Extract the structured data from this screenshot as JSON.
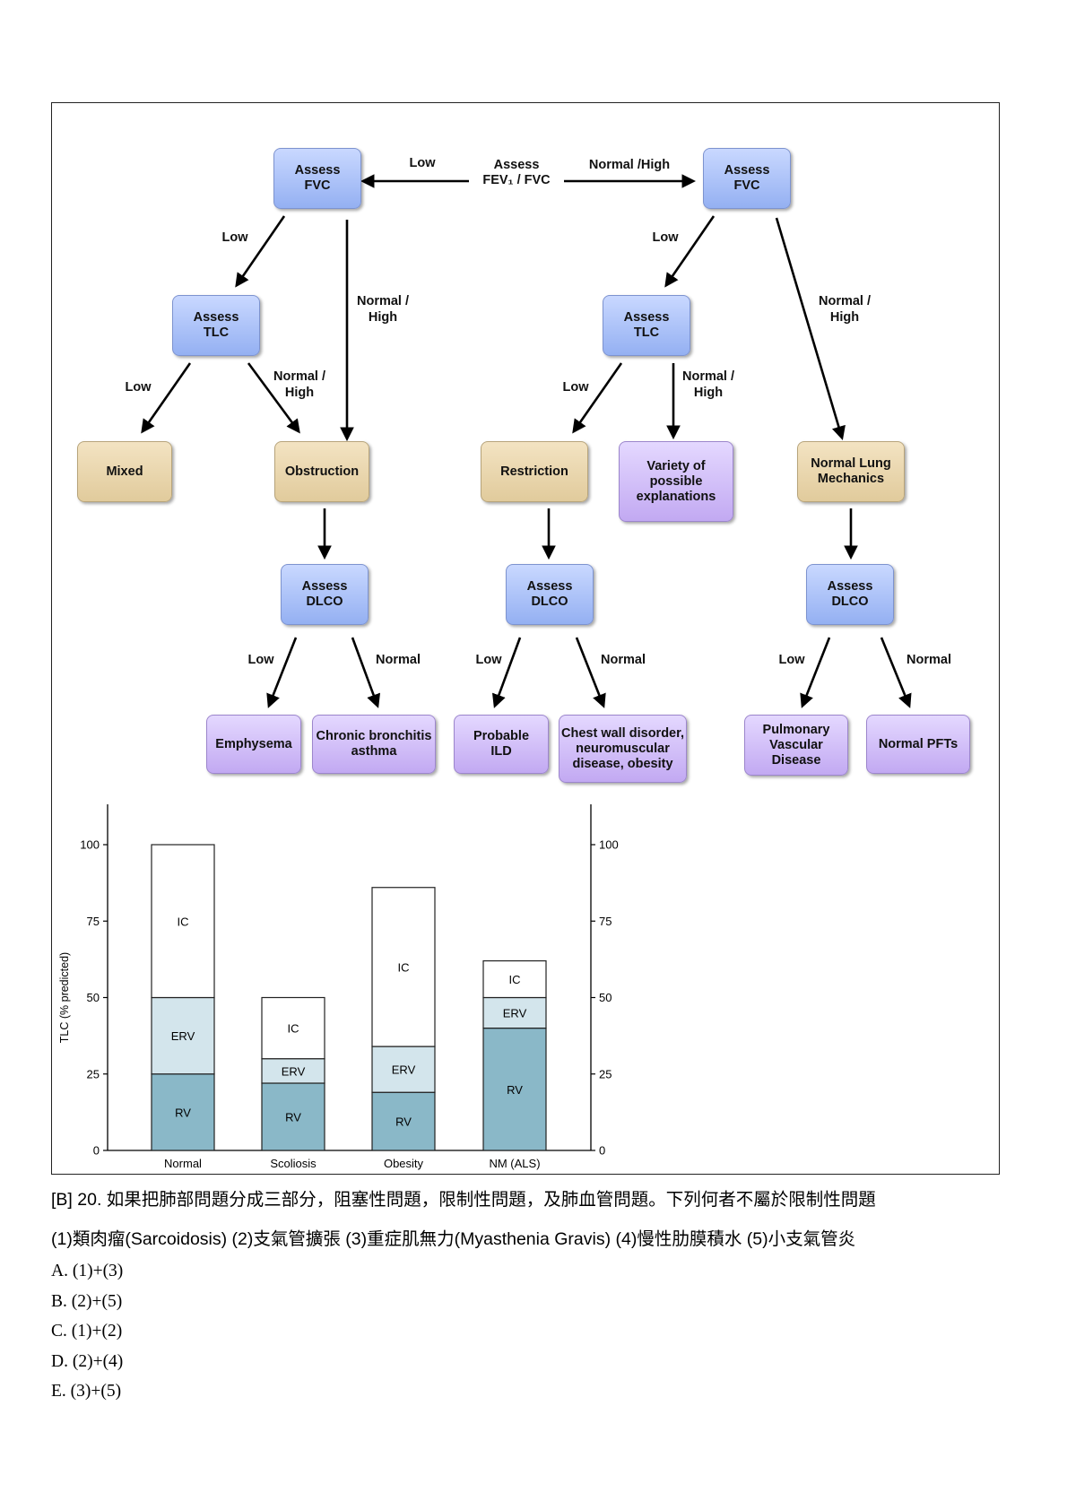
{
  "flowchart": {
    "start": "Assess\nFEV₁ / FVC",
    "nodes": {
      "fvc_left": "Assess\nFVC",
      "fvc_right": "Assess\nFVC",
      "tlc_left": "Assess\nTLC",
      "tlc_right": "Assess\nTLC",
      "mixed": "Mixed",
      "obstruction": "Obstruction",
      "restriction": "Restriction",
      "variety": "Variety of\npossible\nexplanations",
      "normal_lung": "Normal Lung\nMechanics",
      "dlco_obs": "Assess\nDLCO",
      "dlco_res": "Assess\nDLCO",
      "dlco_norm": "Assess\nDLCO",
      "emphysema": "Emphysema",
      "chronic_bronchitis": "Chronic bronchitis\nasthma",
      "probable_ild": "Probable\nILD",
      "chest_wall": "Chest wall disorder,\nneuromuscular\ndisease, obesity",
      "pulm_vascular": "Pulmonary\nVascular\nDisease",
      "normal_pfts": "Normal PFTs"
    },
    "edge_labels": {
      "start_left": "Low",
      "start_right": "Normal  /High",
      "fvcL_low": "Low",
      "fvcL_high": "Normal /\nHigh",
      "fvcR_low": "Low",
      "fvcR_high": "Normal /\nHigh",
      "tlcL_low": "Low",
      "tlcL_high": "Normal /\nHigh",
      "tlcR_low": "Low",
      "tlcR_high": "Normal /\nHigh",
      "dlcoO_low": "Low",
      "dlcoO_norm": "Normal",
      "dlcoR_low": "Low",
      "dlcoR_norm": "Normal",
      "dlcoN_low": "Low",
      "dlcoN_norm": "Normal"
    }
  },
  "chart_data": {
    "type": "bar",
    "stacked": true,
    "categories": [
      "Normal",
      "Scoliosis",
      "Obesity",
      "NM (ALS)"
    ],
    "series": [
      {
        "name": "RV",
        "values": [
          25,
          22,
          19,
          40
        ],
        "color": "#8ab8c8"
      },
      {
        "name": "ERV",
        "values": [
          25,
          8,
          15,
          10
        ],
        "color": "#d3e5ec"
      },
      {
        "name": "IC",
        "values": [
          50,
          20,
          52,
          12
        ],
        "color": "#ffffff"
      }
    ],
    "ylabel": "TLC (% predicted)",
    "ylim": [
      0,
      100
    ],
    "yticks": [
      0,
      25,
      50,
      75,
      100
    ],
    "right_axis": true,
    "grid": false
  },
  "question": {
    "line1": "[B] 20. 如果把肺部問題分成三部分，阻塞性問題，限制性問題，及肺血管問題。下列何者不屬於限制性問題",
    "line2": "(1)類肉瘤(Sarcoidosis) (2)支氣管擴張 (3)重症肌無力(Myasthenia Gravis) (4)慢性肋膜積水 (5)小支氣管炎"
  },
  "options": [
    "A. (1)+(3)",
    "B. (2)+(5)",
    "C. (1)+(2)",
    "D. (2)+(4)",
    "E. (3)+(5)"
  ]
}
